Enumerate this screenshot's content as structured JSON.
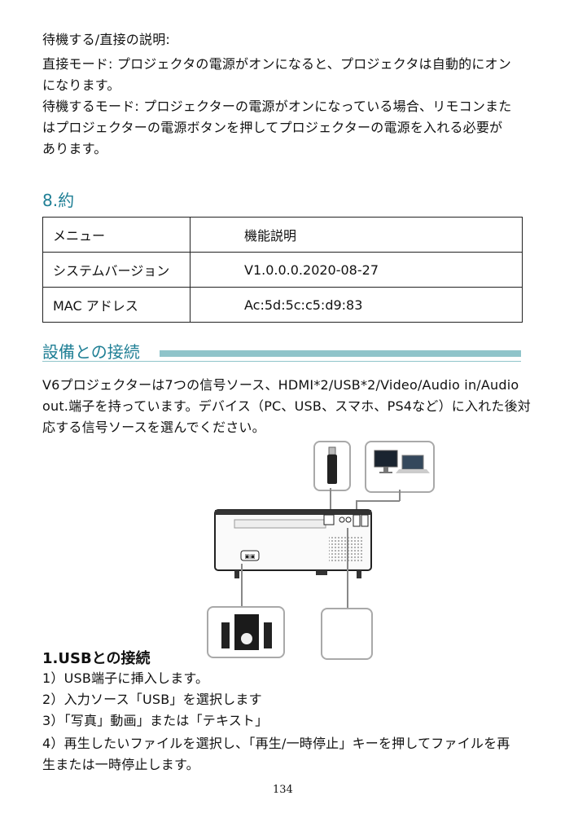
{
  "section_standby": {
    "title": "待機する/直接の説明:",
    "lines": [
      "直接モード: プロジェクタの電源がオンになると、プロジェクタは自動的にオン",
      "になります。",
      "待機するモード: プロジェクターの電源がオンになっている場合、リモコンまた",
      "はプロジェクターの電源ボタンを押してプロジェクターの電源を入れる必要が",
      "あります。"
    ]
  },
  "section_about": {
    "title": "8.約",
    "table": {
      "rows": [
        [
          "メニュー",
          "機能説明"
        ],
        [
          "システムバージョン",
          "V1.0.0.0.2020-08-27"
        ],
        [
          "MAC アドレス",
          "Ac:5d:5c:c5:d9:83"
        ]
      ]
    }
  },
  "section_connect": {
    "title": "設備との接続",
    "lines": [
      "V6プロジェクターは7つの信号ソース、HDMI*2/USB*2/Video/Audio   in/Audio",
      "out.端子を持っています。デバイス（PC、USB、スマホ、PS4など）に入れた後対",
      "応する信号ソースを選んでください。"
    ]
  },
  "section_usb": {
    "title": "1.USBとの接続",
    "steps": [
      "1）USB端子に挿入します。",
      "2）入力ソース「USB」を選択します",
      "3）「写真」動画」または「テキスト」",
      "4）再生したいファイルを選択し、「再生/一時停止」キーを押してファイルを再",
      "生または一時停止します。"
    ]
  },
  "footer": {
    "page_number": "134"
  }
}
